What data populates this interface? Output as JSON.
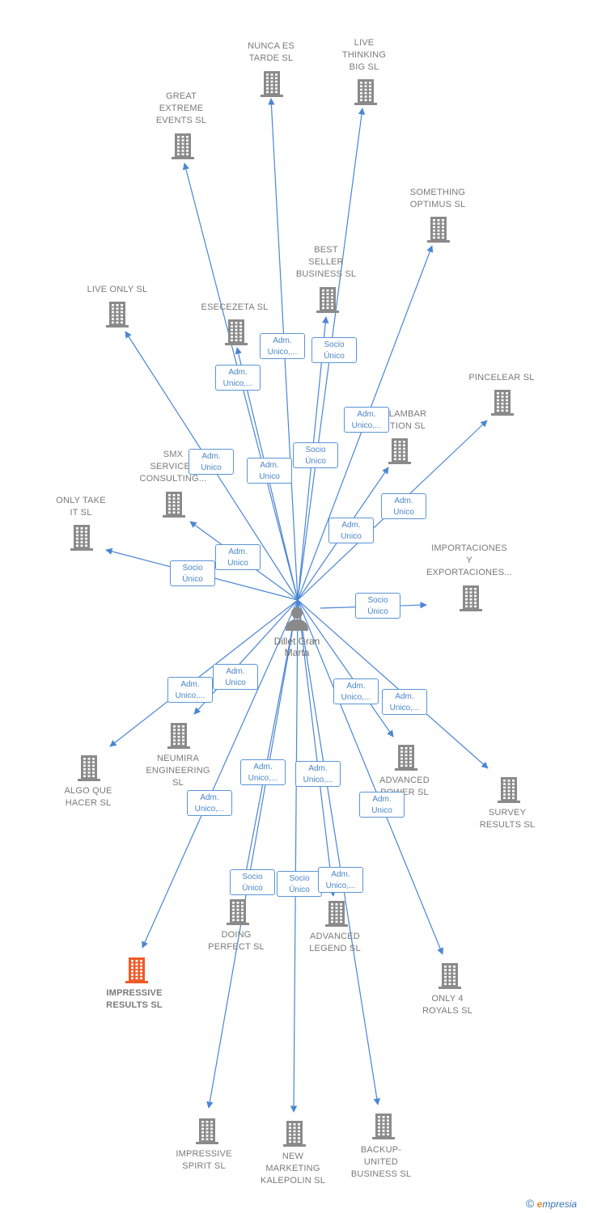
{
  "colors": {
    "edge": "#4a86d4",
    "icon": "#8a8a8a",
    "highlight": "#f05a28",
    "badge_border": "#5b95d6",
    "badge_text": "#4a86c8"
  },
  "center": {
    "name": "Dillet Gran\nMarta",
    "icon": "person-icon"
  },
  "companies": [
    {
      "id": "nunca",
      "name": "NUNCA ES\nTARDE SL",
      "icon": "building-icon"
    },
    {
      "id": "live_thinking",
      "name": "LIVE\nTHINKING\nBIG SL",
      "icon": "building-icon"
    },
    {
      "id": "great",
      "name": "GREAT\nEXTREME\nEVENTS SL",
      "icon": "building-icon"
    },
    {
      "id": "something",
      "name": "SOMETHING\nOPTIMUS SL",
      "icon": "building-icon"
    },
    {
      "id": "best",
      "name": "BEST\nSELLER\nBUSINESS SL",
      "icon": "building-icon"
    },
    {
      "id": "live_only",
      "name": "LIVE ONLY SL",
      "icon": "building-icon"
    },
    {
      "id": "esecezeta",
      "name": "ESECEZETA SL",
      "icon": "building-icon"
    },
    {
      "id": "pincelear",
      "name": "PINCELEAR SL",
      "icon": "building-icon"
    },
    {
      "id": "lambar",
      "name": "LAMBAR\nTION SL",
      "icon": "building-icon"
    },
    {
      "id": "smx",
      "name": "SMX\nSERVICES\nCONSULTING...",
      "icon": "building-icon"
    },
    {
      "id": "only_take",
      "name": "ONLY TAKE\nIT SL",
      "icon": "building-icon"
    },
    {
      "id": "importaciones",
      "name": "IMPORTACIONES\nY\nEXPORTACIONES...",
      "icon": "building-icon"
    },
    {
      "id": "algo",
      "name": "ALGO QUE\nHACER SL",
      "icon": "building-icon"
    },
    {
      "id": "neumira",
      "name": "NEUMIRA\nENGINEERING\nSL",
      "icon": "building-icon"
    },
    {
      "id": "advanced_power",
      "name": "ADVANCED\nPOWER SL",
      "icon": "building-icon"
    },
    {
      "id": "survey",
      "name": "SURVEY\nRESULTS SL",
      "icon": "building-icon"
    },
    {
      "id": "impressive_results",
      "name": "IMPRESSIVE\nRESULTS SL",
      "icon": "building-icon",
      "highlight": true
    },
    {
      "id": "doing",
      "name": "DOING\nPERFECT SL",
      "icon": "building-icon"
    },
    {
      "id": "advanced_legend",
      "name": "ADVANCED\nLEGEND SL",
      "icon": "building-icon"
    },
    {
      "id": "only4",
      "name": "ONLY 4\nROYALS SL",
      "icon": "building-icon"
    },
    {
      "id": "impressive_spirit",
      "name": "IMPRESSIVE\nSPIRIT SL",
      "icon": "building-icon"
    },
    {
      "id": "new_marketing",
      "name": "NEW\nMARKETING\nKALEPOLIN SL",
      "icon": "building-icon"
    },
    {
      "id": "backup",
      "name": "BACKUP-\nUNITED\nBUSINESS SL",
      "icon": "building-icon"
    }
  ],
  "roles": [
    {
      "target": "nunca",
      "label": "Adm.\nUnico,..."
    },
    {
      "target": "best",
      "label": "Socio\nÚnico"
    },
    {
      "target": "esecezeta",
      "label": "Adm.\nUnico,..."
    },
    {
      "target": "great",
      "label": "Adm.\nUnico"
    },
    {
      "target": "live_thinking",
      "label": "Socio\nÚnico"
    },
    {
      "target": "something",
      "label": "Adm.\nUnico,..."
    },
    {
      "target": "live_only",
      "label": "Adm.\nUnico"
    },
    {
      "target": "pincelear",
      "label": "Adm.\nUnico"
    },
    {
      "target": "lambar",
      "label": "Adm.\nUnico"
    },
    {
      "target": "smx",
      "label": "Adm.\nUnico"
    },
    {
      "target": "only_take",
      "label": "Socio\nÚnico"
    },
    {
      "target": "importaciones",
      "label": "Socio\nÚnico"
    },
    {
      "target": "neumira",
      "label": "Adm.\nUnico"
    },
    {
      "target": "algo",
      "label": "Adm.\nUnico,..."
    },
    {
      "target": "advanced_power",
      "label": "Adm.\nUnico,..."
    },
    {
      "target": "survey",
      "label": "Adm.\nUnico,..."
    },
    {
      "target": "doing",
      "label": "Adm.\nUnico,..."
    },
    {
      "target": "advanced_legend",
      "label": "Adm.\nUnico,..."
    },
    {
      "target": "impressive_results",
      "label": "Adm.\nUnico,..."
    },
    {
      "target": "only4",
      "label": "Adm.\nUnico"
    },
    {
      "target": "impressive_spirit",
      "label": "Socio\nÚnico"
    },
    {
      "target": "new_marketing",
      "label": "Socio\nÚnico"
    },
    {
      "target": "backup",
      "label": "Adm.\nUnico,..."
    }
  ],
  "footer": {
    "copyright": "©",
    "brand_first": "e",
    "brand_rest": "mpresia"
  }
}
